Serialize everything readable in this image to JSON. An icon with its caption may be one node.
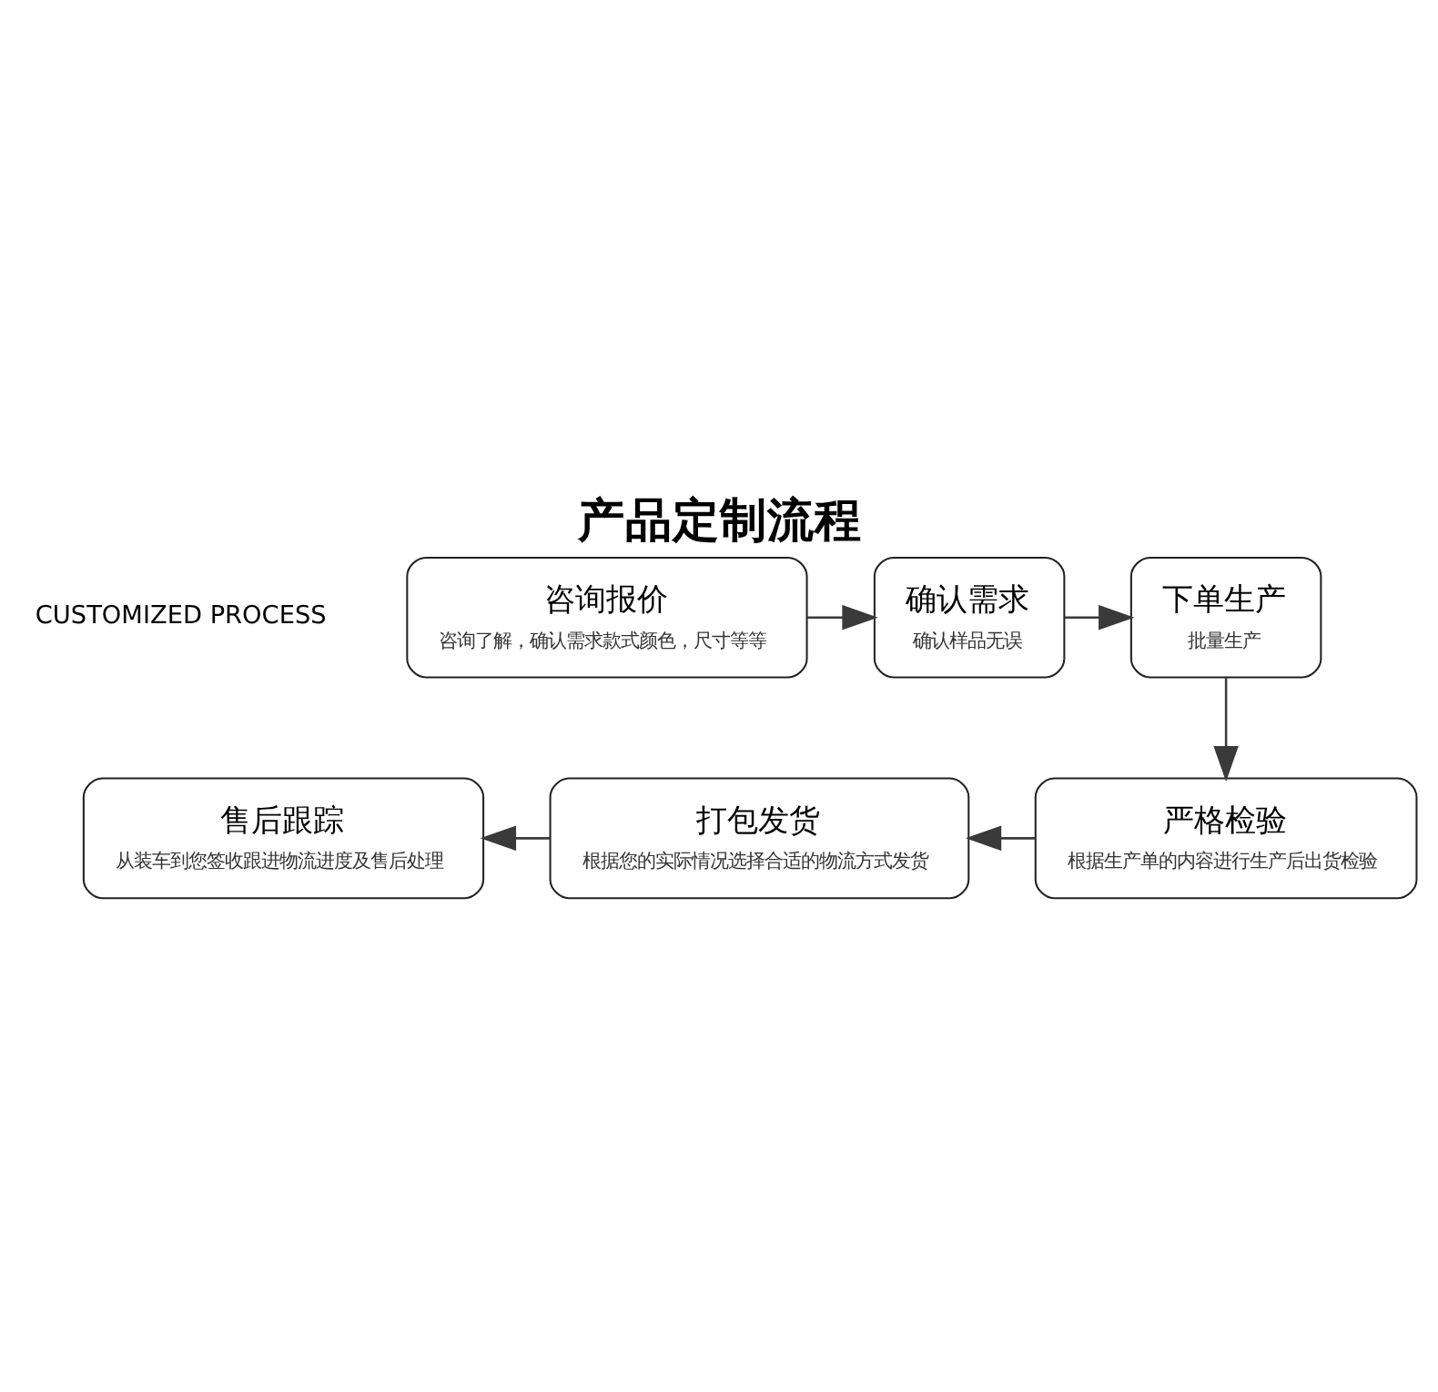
{
  "diagram": {
    "title": "产品定制流程",
    "nodes": [
      {
        "text": [
          "咨询报价",
          "咨询了解，确认需求款式颜色，尺寸等等"
        ]
      },
      {
        "text": [
          "确认需求",
          "确认样品无误"
        ]
      },
      {
        "text": [
          "下单生产",
          "批量生产"
        ]
      },
      {
        "text": [
          "严格检验",
          "根据生产单的内容进行生产后出货检验"
        ]
      },
      {
        "text": [
          "打包发货",
          "根据您的实际情况选择合适的物流方式发货"
        ]
      },
      {
        "text": [
          "售后跟踪",
          "从装车到您签收跟进物流进度及售后处理"
        ]
      }
    ],
    "edges": [
      {
        "from": 0,
        "to": 1,
        "arrow": "to"
      },
      {
        "from": 1,
        "to": 2,
        "arrow": "to"
      },
      {
        "from": 2,
        "to": 3,
        "arrow": "to"
      },
      {
        "from": 3,
        "to": 4,
        "arrow": "to"
      },
      {
        "from": 4,
        "to": 5,
        "arrow": "to"
      }
    ],
    "labels": [
      "CUSTOMIZED PROCESS"
    ]
  }
}
